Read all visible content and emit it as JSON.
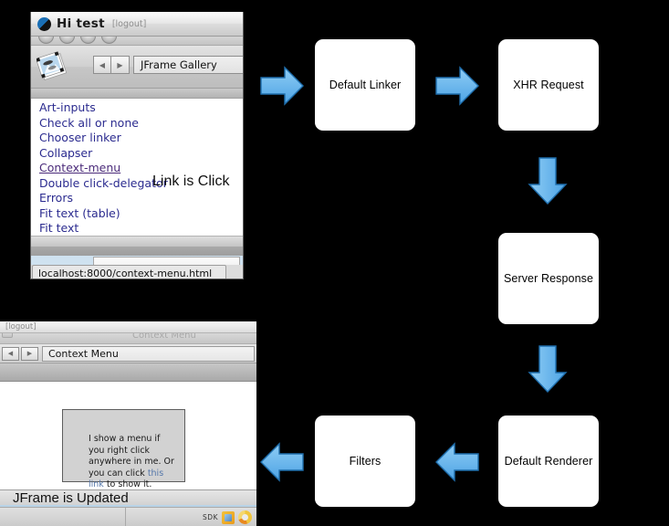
{
  "flowchart": {
    "boxes": [
      {
        "id": "default-linker",
        "label": "Default Linker"
      },
      {
        "id": "xhr-request",
        "label": "XHR Request"
      },
      {
        "id": "server-response",
        "label": "Server Response"
      },
      {
        "id": "default-renderer",
        "label": "Default Renderer"
      },
      {
        "id": "filters",
        "label": "Filters"
      }
    ],
    "arrows": [
      {
        "id": "arrow-in",
        "direction": "right"
      },
      {
        "id": "arrow-linker-to-xhr",
        "direction": "right"
      },
      {
        "id": "arrow-xhr-to-server",
        "direction": "down"
      },
      {
        "id": "arrow-server-to-renderer",
        "direction": "down"
      },
      {
        "id": "arrow-renderer-to-filters",
        "direction": "left"
      },
      {
        "id": "arrow-out",
        "direction": "left"
      }
    ],
    "colors": {
      "arrow": "#5fb0ec",
      "arrow_border": "#1f6fae",
      "box": "#ffffff",
      "background": "#000000"
    }
  },
  "window1": {
    "title": "Hi test",
    "logout_label": "[logout]",
    "nav": {
      "back": "◀",
      "forward": "▶"
    },
    "address_value": "JFrame Gallery",
    "links": [
      "Art-inputs",
      "Check all or none",
      "Chooser linker",
      "Collapser",
      "Context-menu",
      "Double click-delegator",
      "Errors",
      "Fit text (table)",
      "Fit text"
    ],
    "active_link": "Context-menu",
    "big_text": "Link is Click",
    "status_url": "localhost:8000/context-menu.html"
  },
  "window2": {
    "logout_label": "[logout]",
    "ghost_title": "Context Menu",
    "nav": {
      "back": "◀",
      "forward": "▶"
    },
    "address_value": "Context Menu",
    "panel": {
      "text_before": "I show a menu if you right click anywhere in me. Or you can click ",
      "link_text": "this link",
      "text_after": " to show it."
    },
    "updated_label": "JFrame is Updated",
    "sdk_label": "SDK"
  }
}
